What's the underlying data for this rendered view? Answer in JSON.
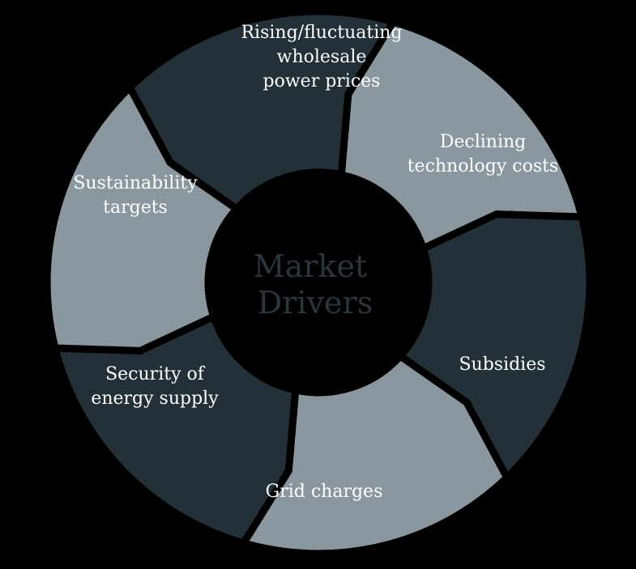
{
  "diagram": {
    "center": {
      "lines": [
        "Market",
        "Drivers"
      ],
      "color": "#2a363d"
    },
    "colors": {
      "background": "#000000",
      "light_segment": "#8a979e",
      "dark_segment": "#243038",
      "label_text": "#ffffff"
    },
    "segments": [
      {
        "id": "rising-prices",
        "shade": "light",
        "lines": [
          "Rising/fluctuating",
          "wholesale",
          "power prices"
        ]
      },
      {
        "id": "declining-costs",
        "shade": "dark",
        "lines": [
          "Declining",
          "technology costs"
        ]
      },
      {
        "id": "subsidies",
        "shade": "light",
        "lines": [
          "Subsidies"
        ]
      },
      {
        "id": "grid-charges",
        "shade": "dark",
        "lines": [
          "Grid charges"
        ]
      },
      {
        "id": "security-supply",
        "shade": "light",
        "lines": [
          "Security of",
          "energy supply"
        ]
      },
      {
        "id": "sustainability-targets",
        "shade": "dark",
        "lines": [
          "Sustainability",
          "targets"
        ]
      }
    ]
  }
}
